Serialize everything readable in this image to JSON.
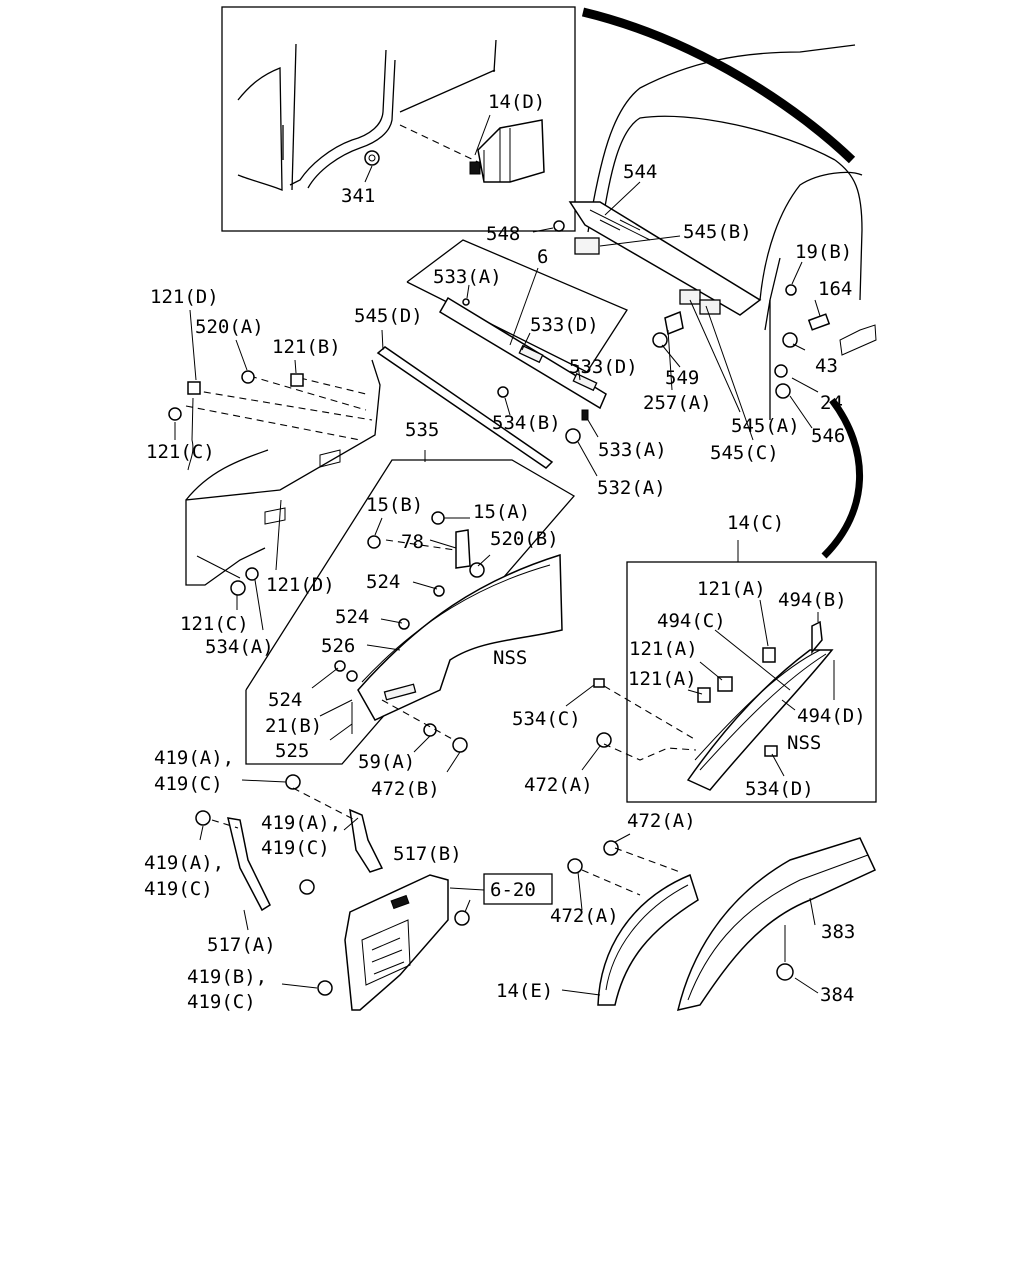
{
  "diagram": {
    "labels": [
      "14(D)",
      "341",
      "544",
      "548",
      "545(B)",
      "19(B)",
      "164",
      "6",
      "533(A)",
      "545(D)",
      "533(D)",
      "533(D)",
      "549",
      "257(A)",
      "43",
      "24",
      "534(B)",
      "545(A)",
      "546",
      "533(A)",
      "545(C)",
      "532(A)",
      "535",
      "121(D)",
      "520(A)",
      "121(B)",
      "121(C)",
      "121(D)",
      "121(C)",
      "534(A)",
      "15(B)",
      "15(A)",
      "78",
      "520(B)",
      "524",
      "524",
      "526",
      "NSS",
      "524",
      "21(B)",
      "525",
      "59(A)",
      "472(B)",
      "419(A),",
      "419(C)",
      "14(C)",
      "121(A)",
      "494(B)",
      "494(C)",
      "121(A)",
      "121(A)",
      "534(C)",
      "494(D)",
      "NSS",
      "472(A)",
      "534(D)",
      "419(A),",
      "419(C)",
      "517(B)",
      "419(A),",
      "419(C)",
      "472(A)",
      "6-20",
      "472(A)",
      "517(A)",
      "383",
      "419(B),",
      "419(C)",
      "14(E)",
      "384"
    ]
  }
}
